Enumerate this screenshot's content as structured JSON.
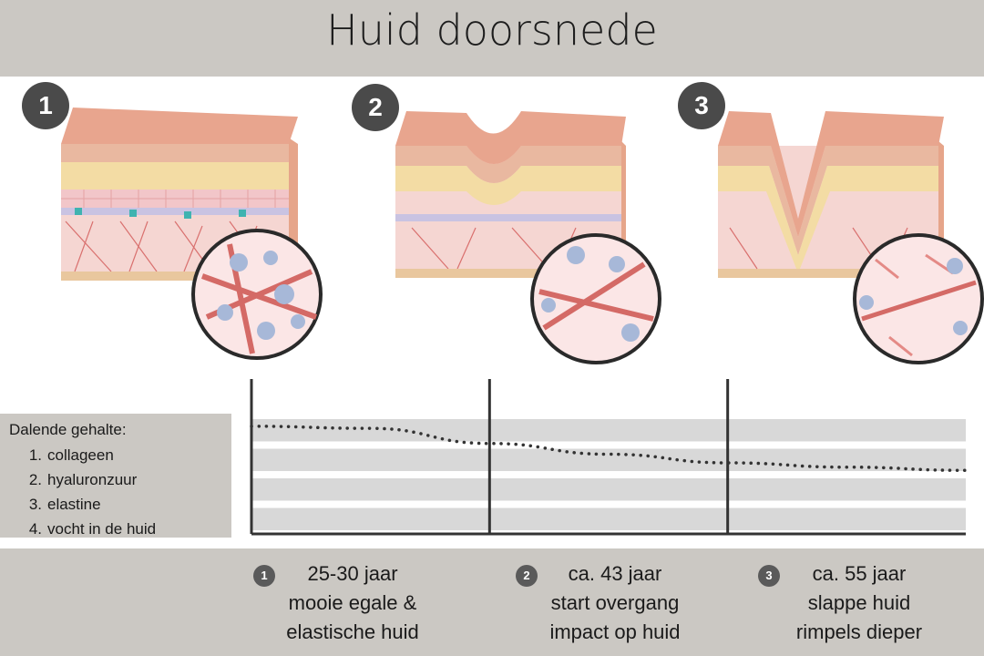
{
  "title": "Huid doorsnede",
  "stages": [
    {
      "number": "1",
      "age": "25-30 jaar",
      "line1": "mooie egale &",
      "line2": "elastische huid"
    },
    {
      "number": "2",
      "age": "ca.  43 jaar",
      "line1": "start overgang",
      "line2": "impact op huid"
    },
    {
      "number": "3",
      "age": "ca.  55 jaar",
      "line1": "slappe huid",
      "line2": "rimpels dieper"
    }
  ],
  "legend": {
    "title": "Dalende gehalte:",
    "items": [
      {
        "num": "1.",
        "label": "collageen"
      },
      {
        "num": "2.",
        "label": "hyaluronzuur"
      },
      {
        "num": "3.",
        "label": "elastine"
      },
      {
        "num": "4.",
        "label": "vocht in de huid"
      }
    ]
  },
  "colors": {
    "header_bg": "#cbc8c3",
    "badge": "#4a4a4a",
    "skin_top": "#e9a995",
    "fat_layer": "#f3d9a2",
    "dermis": "#f6d5d2",
    "fiber": "#d9706e",
    "blob": "#a7b8d8"
  },
  "chart_data": {
    "type": "line",
    "x": [
      0,
      0.5,
      1,
      1.5,
      2,
      2.5,
      3
    ],
    "series": [
      {
        "values": [
          100,
          98,
          84,
          74,
          66,
          62,
          59
        ]
      }
    ],
    "ylim": [
      0,
      110
    ],
    "grid": true,
    "style": "dotted"
  }
}
